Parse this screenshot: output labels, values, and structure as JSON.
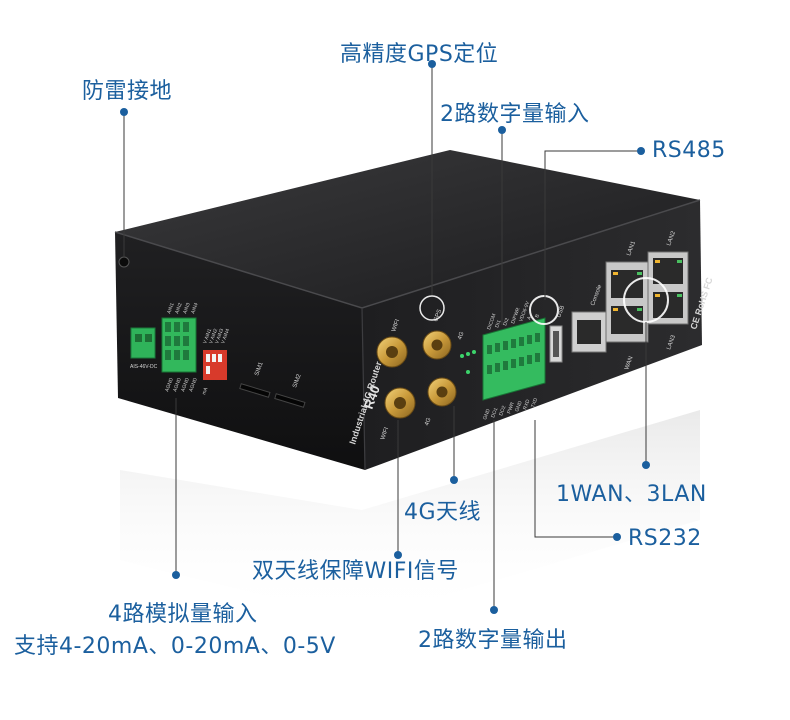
{
  "device": {
    "model_badge": "R40",
    "side_text": "Industrial 4G Router",
    "sim1": "SIM1",
    "sim2": "SIM2",
    "wifi_left": "WIFI",
    "wifi_top": "WIFI",
    "gps": "GPS",
    "fourg_top": "4G",
    "fourg_left": "4G",
    "usb": "USB",
    "console": "Console",
    "wan": "WAN",
    "lan1": "LAN1",
    "lan2": "LAN2",
    "lan3": "LAN3",
    "cert": "CE RoHS FC",
    "ain_labels": [
      "AIN1",
      "AIN2",
      "AIN3",
      "AIN4"
    ],
    "agnd_labels": [
      "AGND",
      "AGND",
      "AGND",
      "AGND"
    ],
    "di_top": [
      "DICOM",
      "DI1",
      "DI2",
      "DIPWR",
      "VDO6-9V",
      "A",
      "B"
    ],
    "do_bottom": [
      "GND",
      "DO1",
      "DO2",
      "PWR",
      "GND",
      "RXD",
      "TXD"
    ],
    "power_label": "AIS-46V-DC",
    "switch_labels": [
      "mA",
      "V AIN1",
      "V AIN2",
      "V AIN3",
      "V AIN4"
    ]
  },
  "callouts": {
    "gps": "高精度GPS定位",
    "lightning": "防雷接地",
    "digital_in": "2路数字量输入",
    "rs485": "RS485",
    "wan_lan": "1WAN、3LAN",
    "fourg_antenna": "4G天线",
    "rs232": "RS232",
    "wifi_antenna": "双天线保障WIFI信号",
    "analog_in_title": "4路模拟量输入",
    "analog_in_spec": "支持4-20mA、0-20mA、0-5V",
    "digital_out": "2路数字量输出"
  }
}
